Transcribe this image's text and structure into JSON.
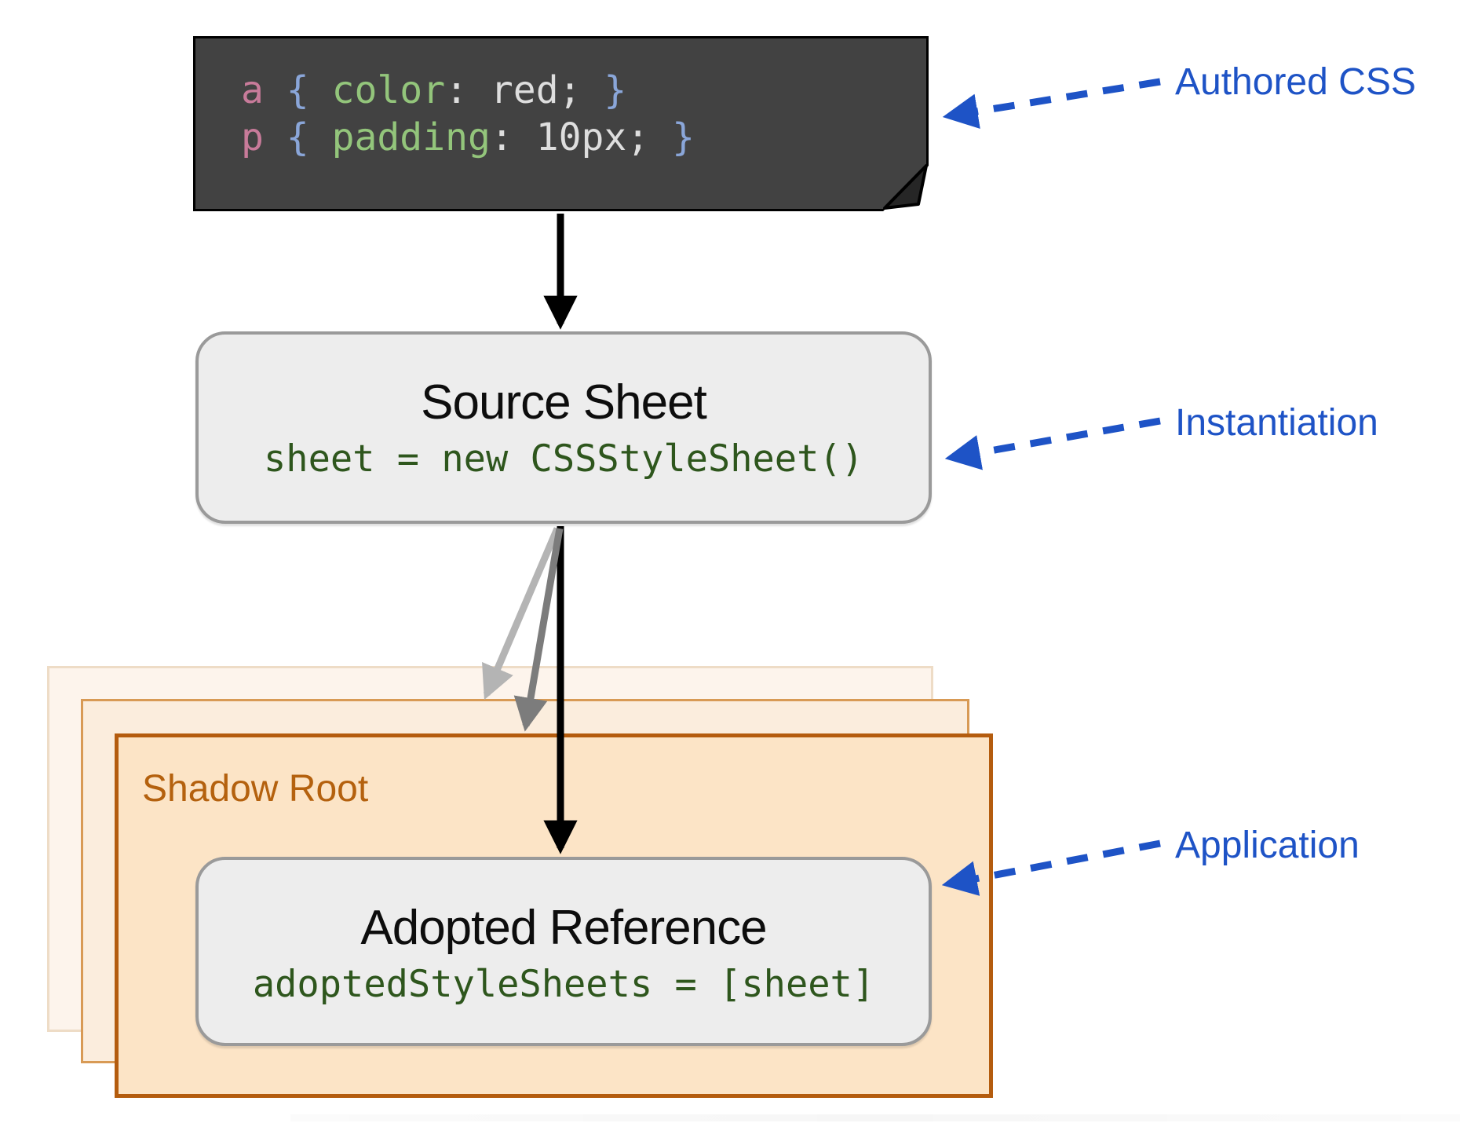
{
  "authored_css": {
    "lines": [
      {
        "selector": "a ",
        "brace_open": "{ ",
        "property": "color",
        "value": ": red; ",
        "brace_close": "}"
      },
      {
        "selector": "p ",
        "brace_open": "{ ",
        "property": "padding",
        "value": ": 10px; ",
        "brace_close": "}"
      }
    ]
  },
  "source_sheet": {
    "title": "Source Sheet",
    "code": "sheet = new CSSStyleSheet()"
  },
  "shadow_root": {
    "label": "Shadow Root"
  },
  "adopted_reference": {
    "title": "Adopted Reference",
    "code": "adoptedStyleSheets = [sheet]"
  },
  "annotations": {
    "authored": "Authored CSS",
    "instantiation": "Instantiation",
    "application": "Application"
  },
  "colors": {
    "annotation_blue": "#1e53c6",
    "shadow_root_orange": "#b4610e",
    "card_front_fill": "#fce4c6",
    "card_mid_border": "#d89a55",
    "code_green": "#2e561d",
    "dark_note_bg": "#424242",
    "syntax_selector_pink": "#c87b9a",
    "syntax_brace_blue": "#8aa6d9",
    "syntax_property_green": "#93c57b",
    "syntax_value_gray": "#dedede",
    "box_fill_gray": "#ededed",
    "box_border_gray": "#9a9a9a"
  }
}
